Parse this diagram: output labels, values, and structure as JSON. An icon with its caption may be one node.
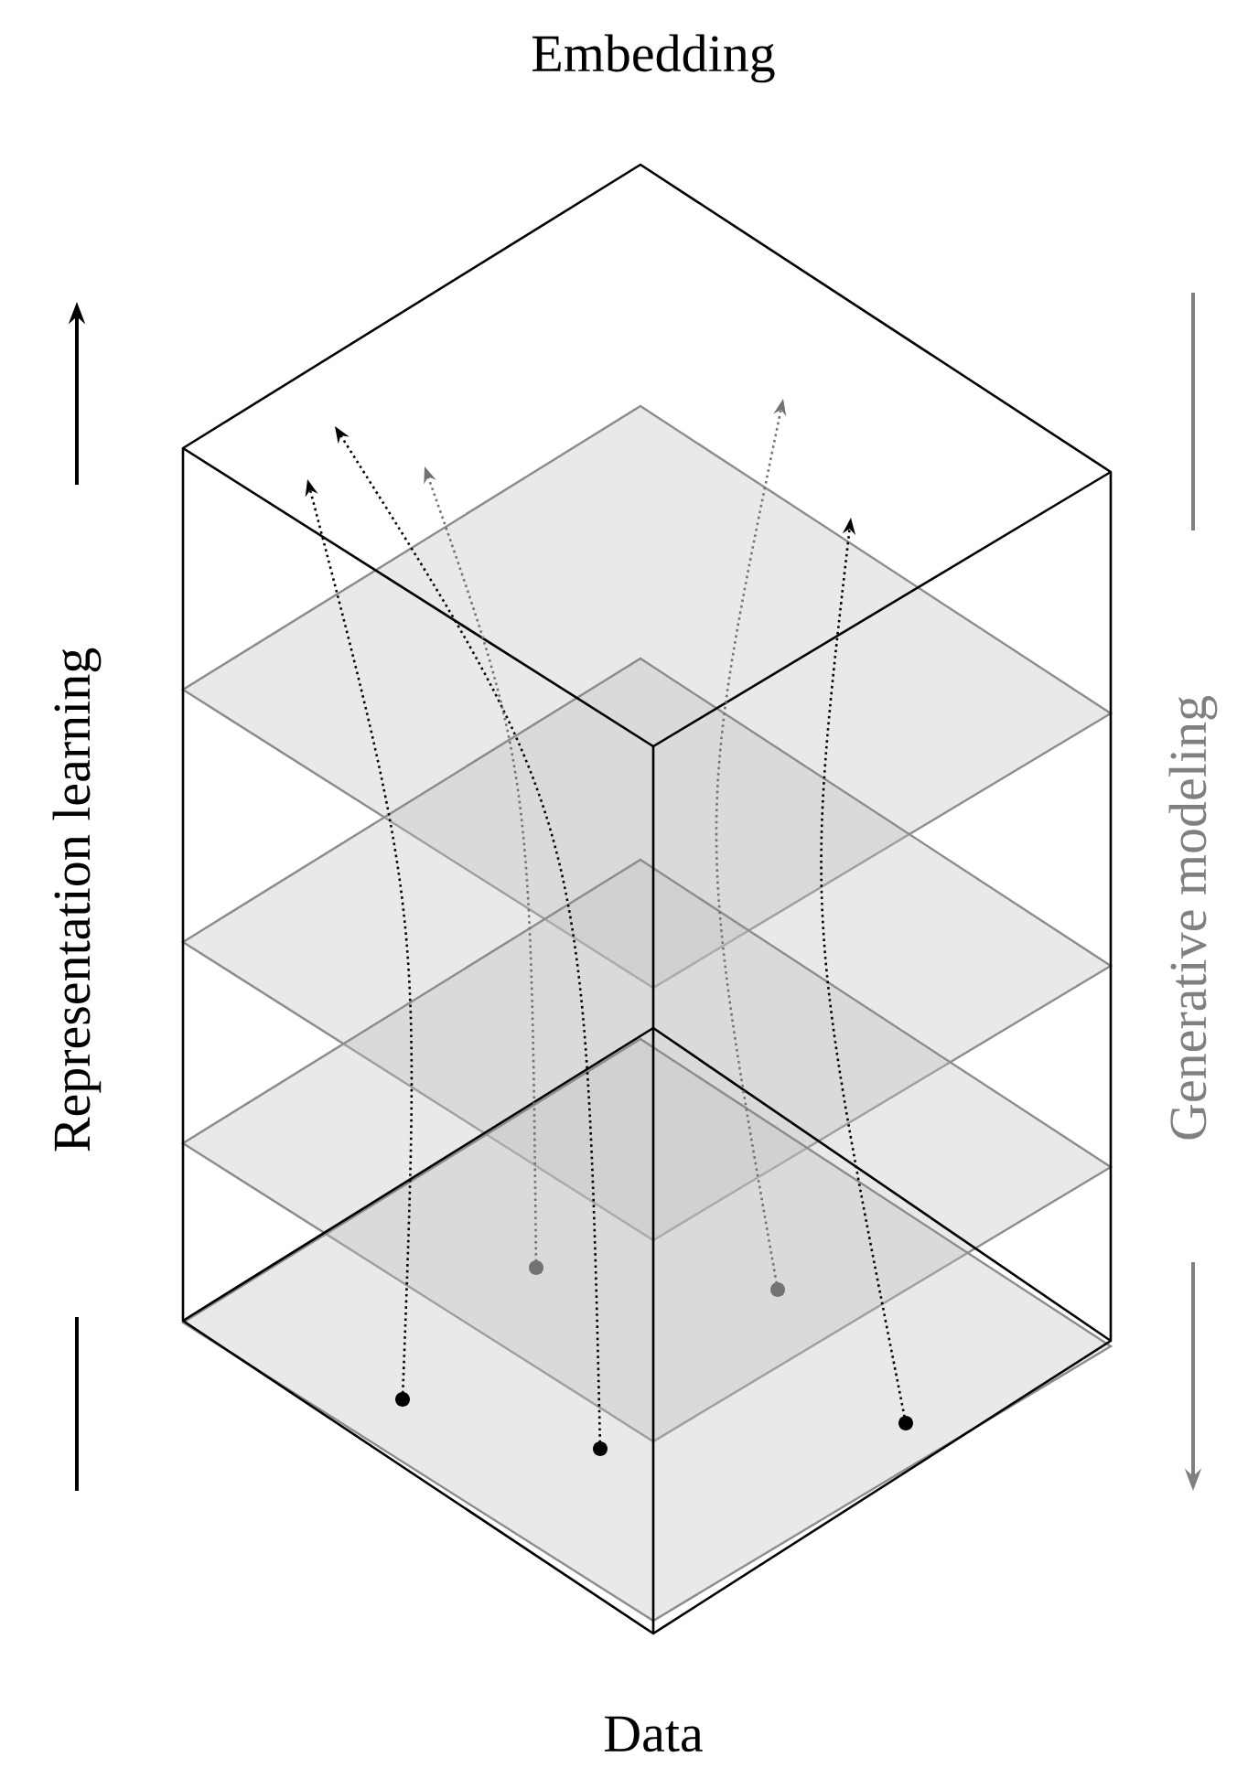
{
  "diagram": {
    "labels": [
      "Embedding",
      "Representation learning",
      "Generative modeling",
      "Data"
    ]
  }
}
